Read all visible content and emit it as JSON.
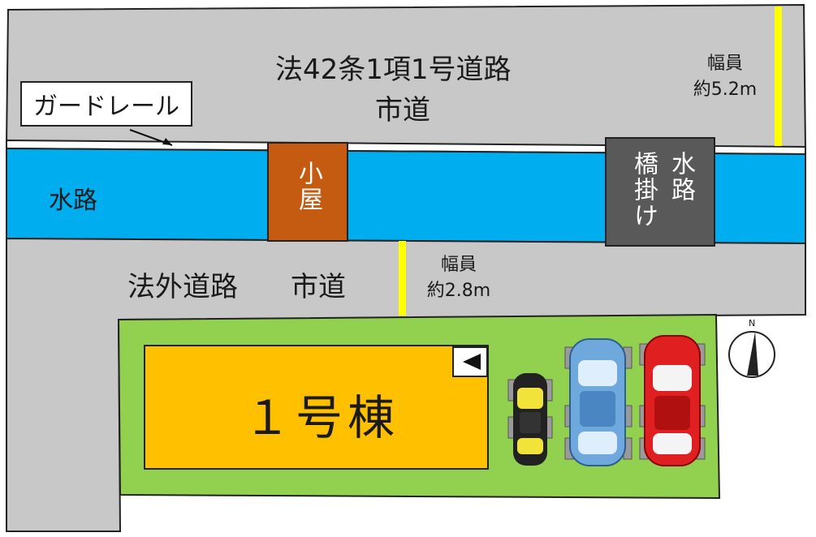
{
  "main_road": {
    "title": "法42条1項1号道路",
    "subtitle": "市道",
    "width_label": "幅員",
    "width_value": "約5.2m"
  },
  "guardrail": {
    "label": "ガードレール"
  },
  "waterway": {
    "label": "水路"
  },
  "shed": {
    "label": "小屋"
  },
  "bridge": {
    "label_col1": "水路",
    "label_col2": "橋掛け"
  },
  "side_road": {
    "title": "法外道路",
    "subtitle": "市道",
    "width_label": "幅員",
    "width_value": "約2.8m"
  },
  "building": {
    "label": "１号棟",
    "entrance_icon": "entrance-arrow-icon"
  },
  "parking": {
    "cars": [
      "yellow-car-icon",
      "blue-car-icon",
      "red-car-icon"
    ]
  },
  "compass": {
    "label": "N",
    "icon": "north-arrow-icon"
  },
  "colors": {
    "road": "#c8c8c8",
    "waterway": "#00aeef",
    "shed": "#c55a11",
    "bridge": "#595959",
    "lot": "#92d050",
    "building": "#ffc000",
    "width_marker": "#ffff00",
    "car_yellow": "#f2e33a",
    "car_blue": "#6fa8dc",
    "car_red": "#e02020"
  }
}
